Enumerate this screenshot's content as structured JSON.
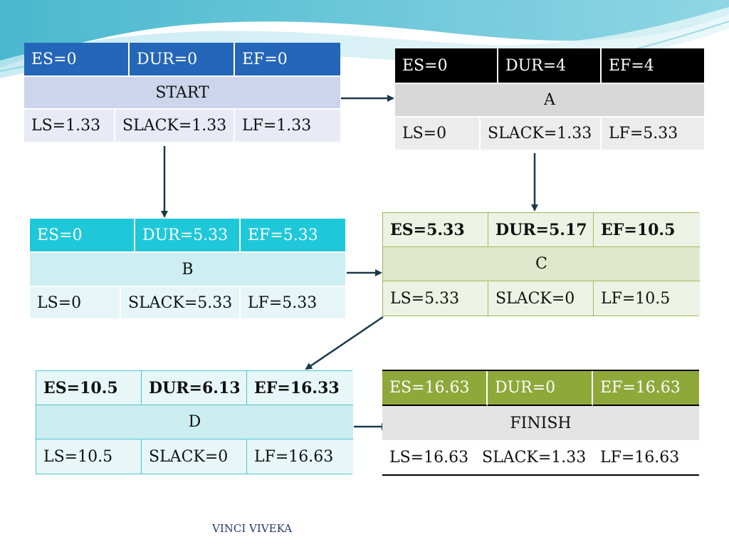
{
  "colors": {
    "start_header": "#2466b8",
    "a_header": "#000000",
    "b_header": "#1ec8d9",
    "c_border": "#9bbb59",
    "d_border": "#4bc6cf",
    "finish_header": "#8fa83a",
    "arrow": "#1a3a4a"
  },
  "nodes": {
    "start": {
      "es": "ES=0",
      "dur": "DUR=0",
      "ef": "EF=0",
      "name": "START",
      "ls": "LS=1.33",
      "slack": "SLACK=1.33",
      "lf": "LF=1.33"
    },
    "a": {
      "es": "ES=0",
      "dur": "DUR=4",
      "ef": "EF=4",
      "name": "A",
      "ls": "LS=0",
      "slack": "SLACK=1.33",
      "lf": "LF=5.33"
    },
    "b": {
      "es": "ES=0",
      "dur": "DUR=5.33",
      "ef": "EF=5.33",
      "name": "B",
      "ls": "LS=0",
      "slack": "SLACK=5.33",
      "lf": "LF=5.33"
    },
    "c": {
      "es": "ES=5.33",
      "dur": "DUR=5.17",
      "ef": "EF=10.5",
      "name": "C",
      "ls": "LS=5.33",
      "slack": "SLACK=0",
      "lf": "LF=10.5"
    },
    "d": {
      "es": "ES=10.5",
      "dur": "DUR=6.13",
      "ef": "EF=16.33",
      "name": "D",
      "ls": "LS=10.5",
      "slack": "SLACK=0",
      "lf": "LF=16.63"
    },
    "finish": {
      "es": "ES=16.63",
      "dur": "DUR=0",
      "ef": "EF=16.63",
      "name": "FINISH",
      "ls": "LS=16.63",
      "slack": "SLACK=1.33",
      "lf": "LF=16.63"
    }
  },
  "footer": "VINCI VIVEKA"
}
